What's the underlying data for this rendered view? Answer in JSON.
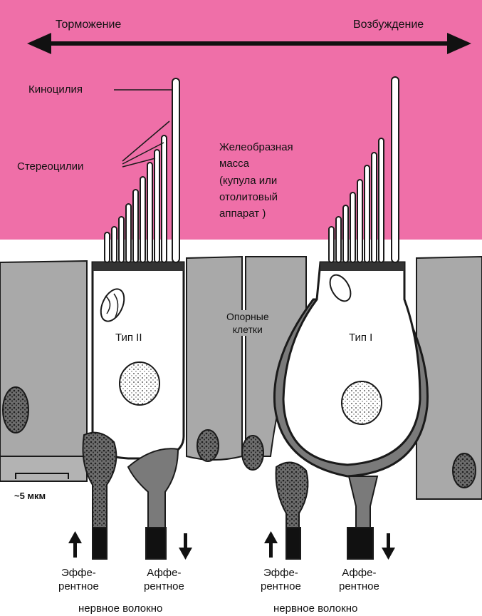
{
  "figure": {
    "axis": {
      "inhibition": "Торможение",
      "excitation": "Возбуждение"
    },
    "kinocilium_label": "Киноцилия",
    "stereocilia_label": "Стереоцилии",
    "gel_label": "Желеобразная\nмасса\n(купула или\nотолитовый\nаппарат )",
    "support_cells_label_line1": "Опорные",
    "support_cells_label_line2": "клетки",
    "cell_type_left": "Тип  II",
    "cell_type_right": "Тип I",
    "scale_label": "~5 мкм",
    "left_group": {
      "efferent_label": "Эффе-\nрентное",
      "afferent_label": "Аффе-\nрентное",
      "nerve_label": "нервное волокно"
    },
    "right_group": {
      "efferent_label": "Эффе-\nрентное",
      "afferent_label": "Аффе-\nрентное",
      "nerve_label": "нервное волокно"
    }
  },
  "colors": {
    "gel": "#ef6fa8",
    "tissue": "#a9a9a9",
    "cell": "#ffffff",
    "outline": "#1a1a1a",
    "nerve": "#7a7a7a"
  },
  "icons": [
    "double-arrow-icon",
    "arrow-up-icon",
    "arrow-down-icon",
    "scale-bar-icon"
  ]
}
